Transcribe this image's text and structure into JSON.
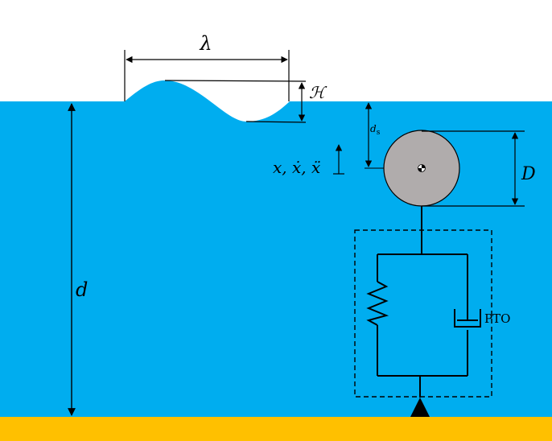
{
  "labels": {
    "wavelength": "λ",
    "wave_height": "ℋ",
    "depth": "d",
    "submergence": "d",
    "submergence_sub": "s",
    "diameter": "D",
    "motion": "x, ẋ, ẍ",
    "pto": "PTO"
  },
  "colors": {
    "water": "#00adef",
    "seabed": "#ffc000",
    "buoy": "#b0acac",
    "line": "#000000",
    "background": "#ffffff"
  }
}
